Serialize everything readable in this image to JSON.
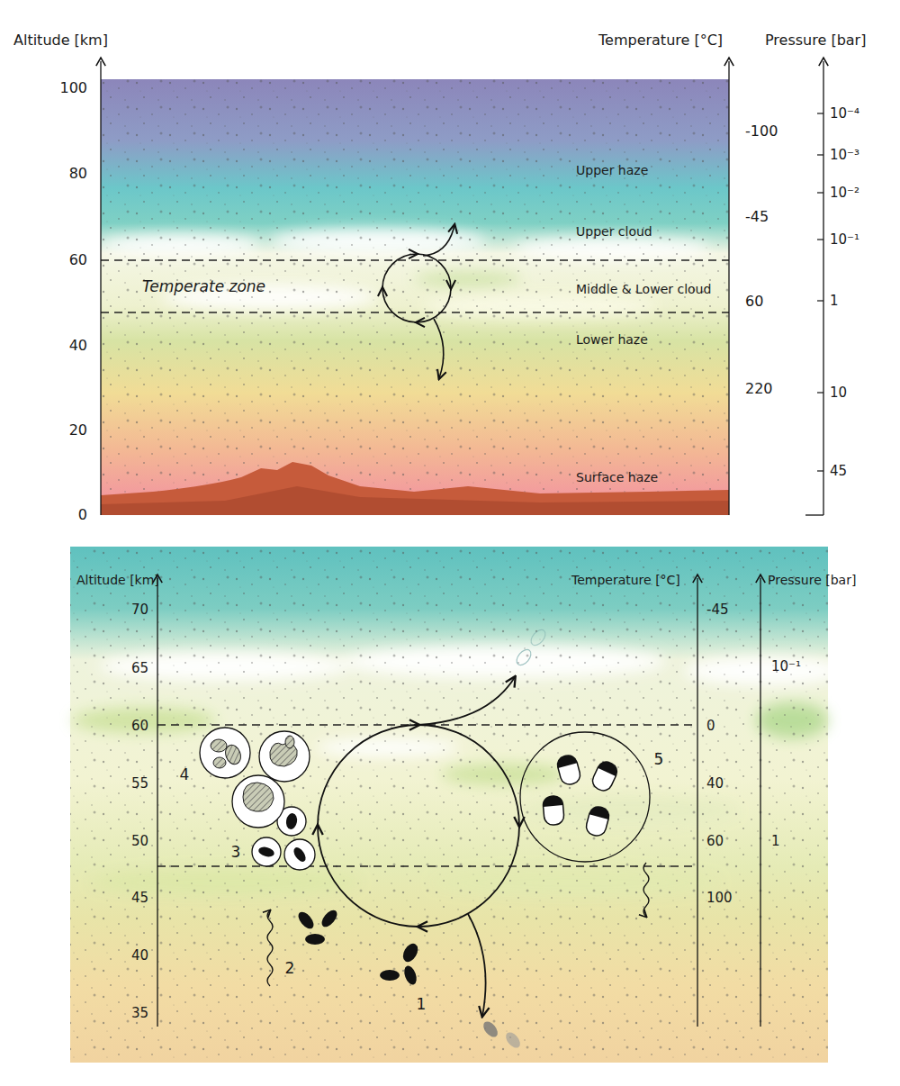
{
  "diagram": {
    "labels": [
      "Altitude [km]",
      "Temperature [°C]",
      "Pressure [bar]",
      "100",
      "80",
      "60",
      "40",
      "20",
      "0",
      "-100",
      "-45",
      "60",
      "220",
      "10⁻⁴",
      "10⁻³",
      "10⁻²",
      "10⁻¹",
      "1",
      "10",
      "45",
      "Upper haze",
      "Upper cloud",
      "Temperate zone",
      "Middle & Lower cloud",
      "Lower haze",
      "Surface haze",
      "Altitude [km]",
      "Temperature [°C]",
      "Pressure [bar]",
      "70",
      "65",
      "60",
      "55",
      "50",
      "45",
      "40",
      "35",
      "-45",
      "0",
      "40",
      "60",
      "100",
      "10⁻¹",
      "1",
      "1",
      "2",
      "3",
      "4",
      "5"
    ]
  }
}
